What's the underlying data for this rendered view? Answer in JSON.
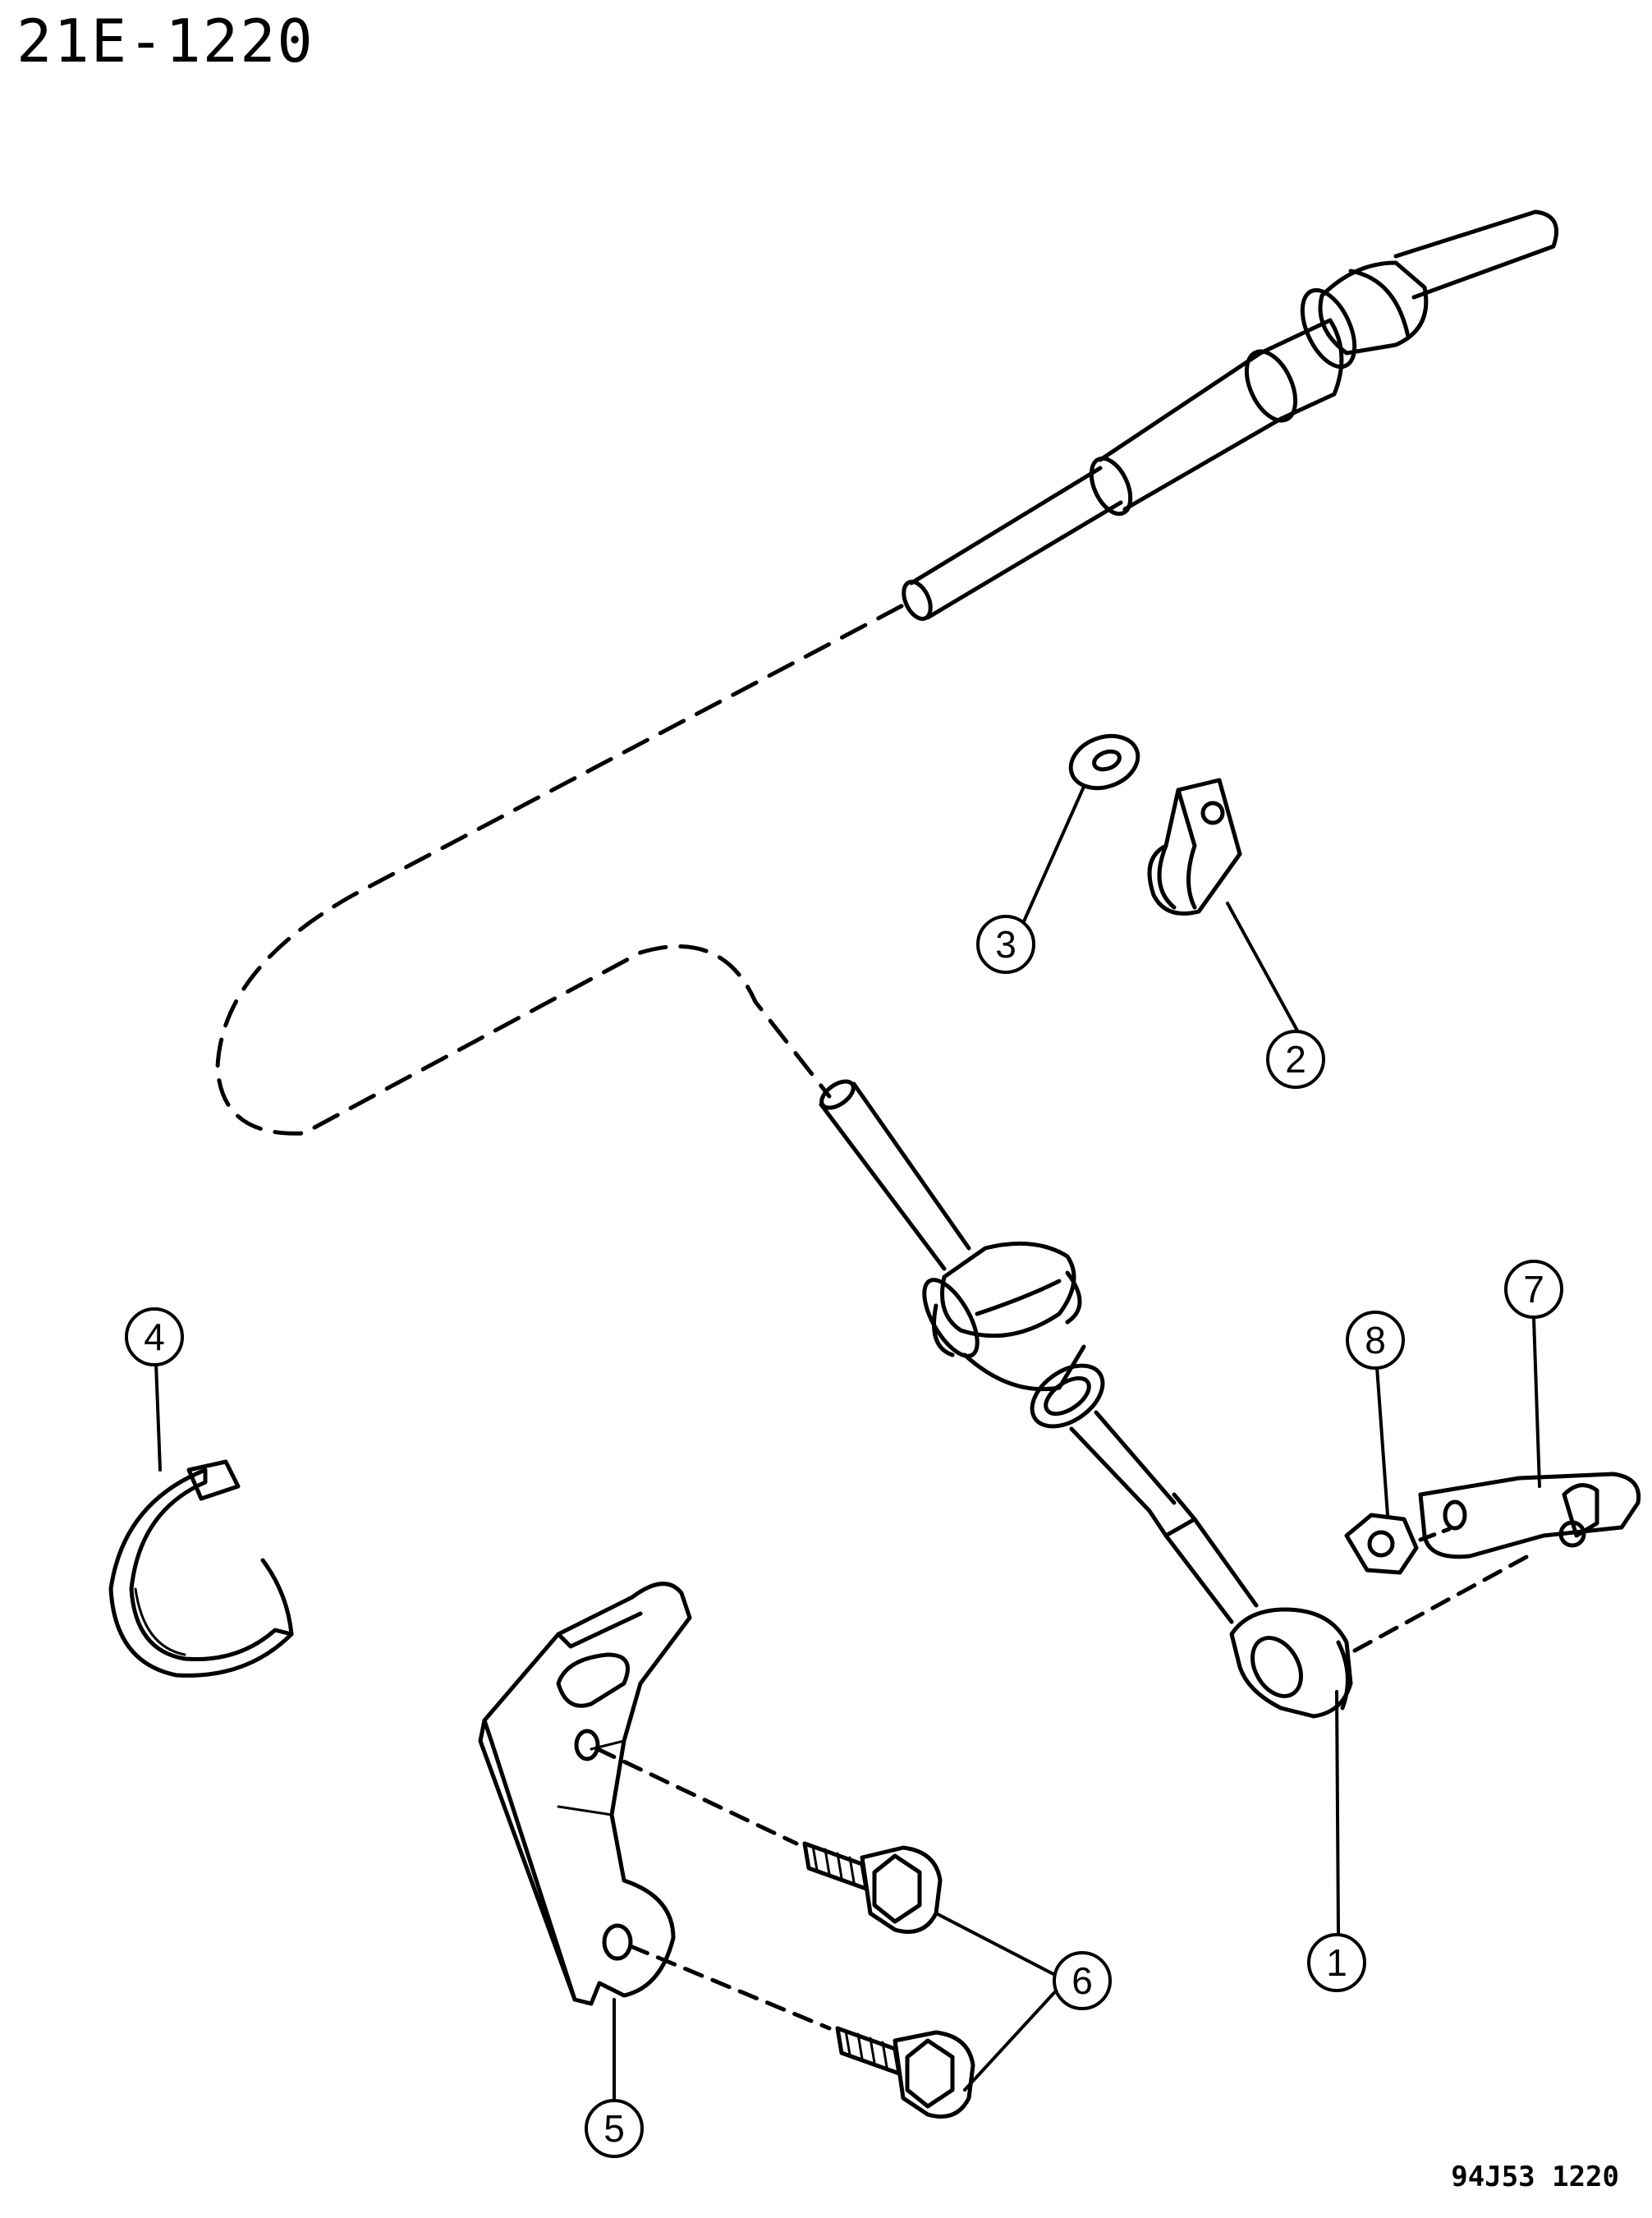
{
  "header": {
    "title": "21E-1220"
  },
  "footer": {
    "figure_code": "94J53  1220"
  },
  "callouts": [
    {
      "id": "callout-1",
      "label": "1"
    },
    {
      "id": "callout-2",
      "label": "2"
    },
    {
      "id": "callout-3",
      "label": "3"
    },
    {
      "id": "callout-4",
      "label": "4"
    },
    {
      "id": "callout-5",
      "label": "5"
    },
    {
      "id": "callout-6",
      "label": "6"
    },
    {
      "id": "callout-7",
      "label": "7"
    },
    {
      "id": "callout-8",
      "label": "8"
    }
  ]
}
